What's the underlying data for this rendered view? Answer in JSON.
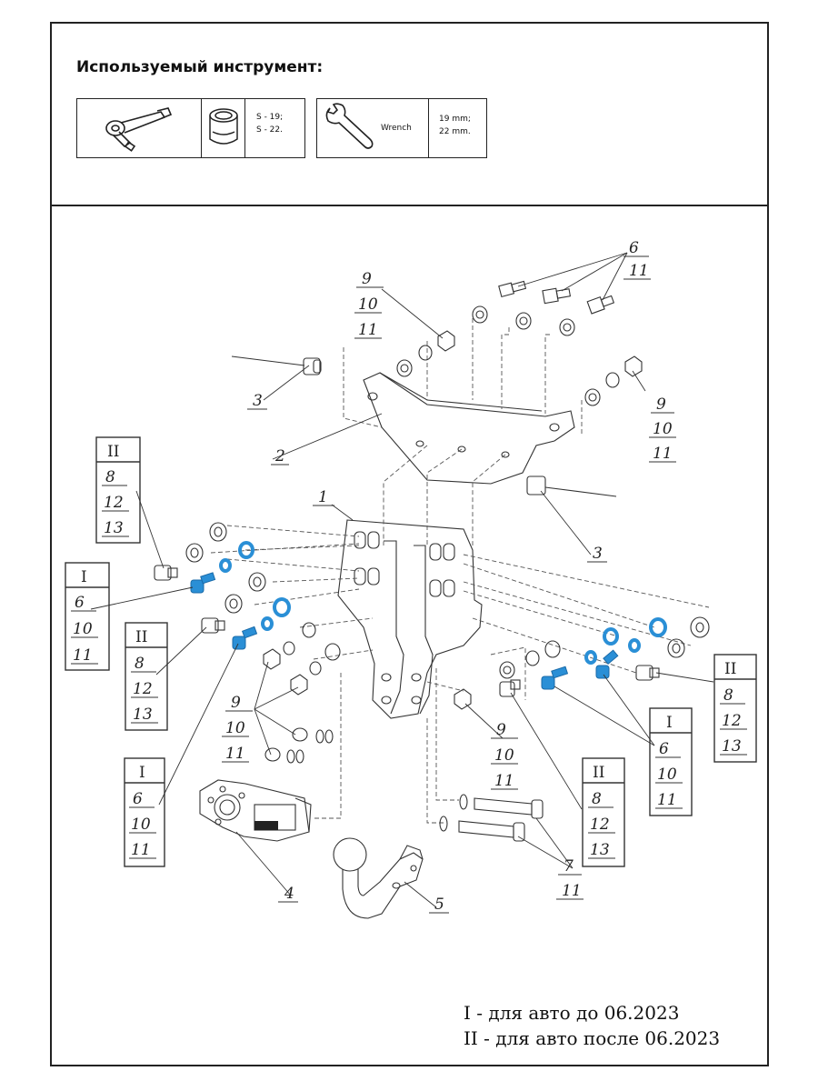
{
  "tools": {
    "title": "Используемый инструмент:",
    "socket_sizes": [
      "S - 19;",
      "S - 22."
    ],
    "wrench_label": "Wrench",
    "wrench_sizes": [
      "19 mm;",
      "22 mm."
    ],
    "icons": [
      "ratchet-icon",
      "socket-icon",
      "wrench-icon"
    ]
  },
  "callouts": {
    "c6_11": [
      "6",
      "11"
    ],
    "c9_top": [
      "9",
      "10",
      "11"
    ],
    "c9_right": [
      "9",
      "10",
      "11"
    ],
    "c9_left": [
      "9",
      "10",
      "11"
    ],
    "c9_mid": [
      "9",
      "10",
      "11"
    ],
    "c3_left": "3",
    "c3_right": "3",
    "c2": "2",
    "c1": "1",
    "c4": "4",
    "c5": "5",
    "c7": [
      "7",
      "11"
    ]
  },
  "variant_boxes": {
    "II_left_top": {
      "roman": "II",
      "items": [
        "8",
        "12",
        "13"
      ]
    },
    "I_left": {
      "roman": "I",
      "items": [
        "6",
        "10",
        "11"
      ]
    },
    "II_left_mid": {
      "roman": "II",
      "items": [
        "8",
        "12",
        "13"
      ]
    },
    "I_left_bottom": {
      "roman": "I",
      "items": [
        "6",
        "10",
        "11"
      ]
    },
    "II_right_top": {
      "roman": "II",
      "items": [
        "8",
        "12",
        "13"
      ]
    },
    "I_right": {
      "roman": "I",
      "items": [
        "6",
        "10",
        "11"
      ]
    },
    "II_right_bottom": {
      "roman": "II",
      "items": [
        "8",
        "12",
        "13"
      ]
    }
  },
  "legend": {
    "line1": "I - для авто до 06.2023",
    "line2": "II - для авто после 06.2023"
  },
  "colors": {
    "highlight": "#2a8fd6",
    "line": "#333333",
    "dash": "#555555"
  }
}
